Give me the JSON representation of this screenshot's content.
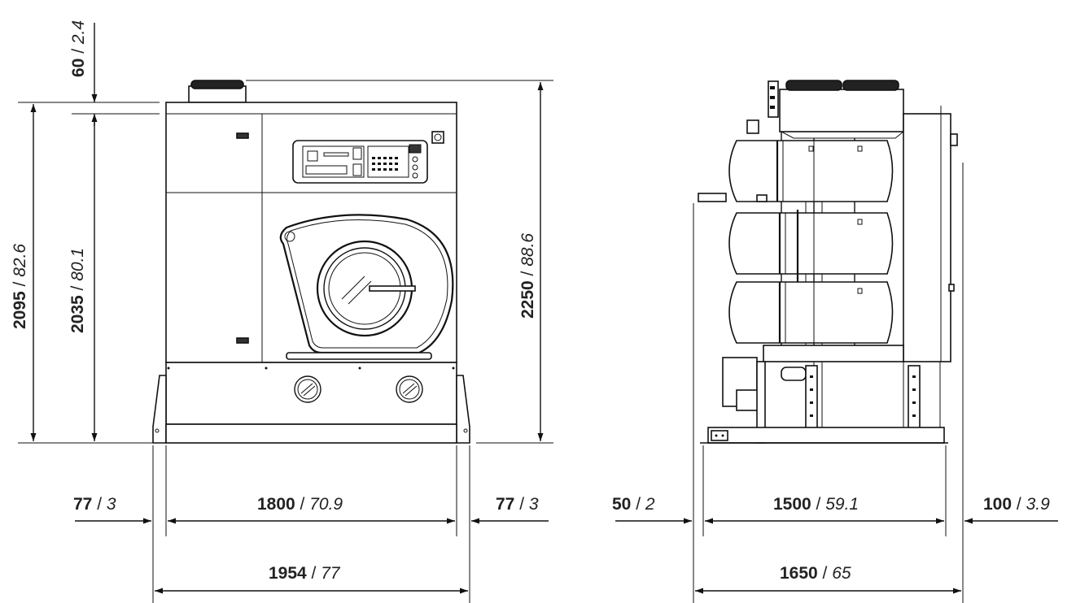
{
  "colors": {
    "line": "#111111",
    "text": "#222222",
    "background": "#ffffff"
  },
  "front_view": {
    "dims": {
      "top_offset": {
        "mm": "60",
        "sep": " / ",
        "inch": "2.4"
      },
      "cabinet_height": {
        "mm": "2095",
        "sep": " / ",
        "inch": "82.6"
      },
      "body_height": {
        "mm": "2035",
        "sep": " / ",
        "inch": "80.1"
      },
      "total_height": {
        "mm": "2250",
        "sep": " / ",
        "inch": "88.6"
      },
      "left_margin": {
        "mm": "77",
        "sep": " / ",
        "inch": "3"
      },
      "width": {
        "mm": "1800",
        "sep": " / ",
        "inch": "70.9"
      },
      "right_margin": {
        "mm": "77",
        "sep": " / ",
        "inch": "3"
      },
      "total_width": {
        "mm": "1954",
        "sep": " / ",
        "inch": "77"
      }
    }
  },
  "side_view": {
    "dims": {
      "left_margin": {
        "mm": "50",
        "sep": " / ",
        "inch": "2"
      },
      "depth": {
        "mm": "1500",
        "sep": " / ",
        "inch": "59.1"
      },
      "right_margin": {
        "mm": "100",
        "sep": " / ",
        "inch": "3.9"
      },
      "total_depth": {
        "mm": "1650",
        "sep": " / ",
        "inch": "65"
      }
    }
  }
}
